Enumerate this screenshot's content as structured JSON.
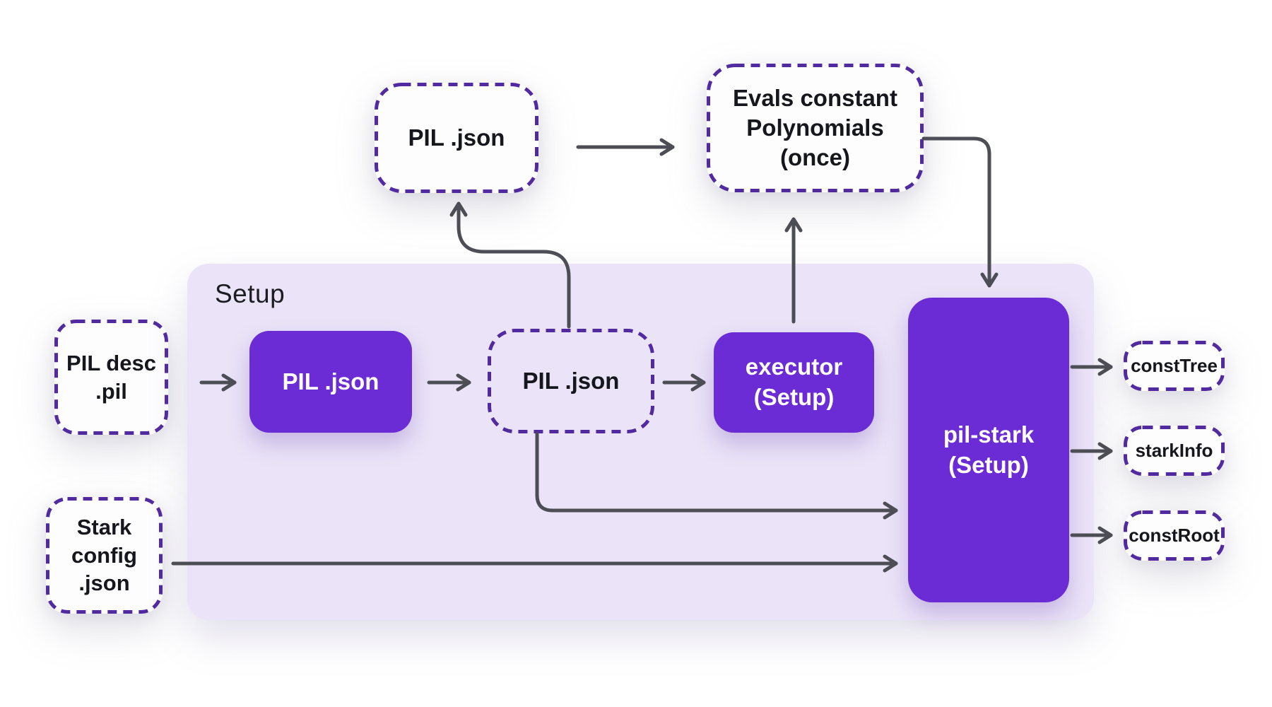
{
  "theme": {
    "accent": "#6b2bd5",
    "dash": "#522aa0",
    "arrow": "#4d4d55",
    "panel": "#ebe4f8",
    "text": "#16161d",
    "page_bg": "#ffffff",
    "box_text_light": "#ffffff"
  },
  "setup_panel": {
    "label": "Setup"
  },
  "nodes": {
    "pil_json_top": {
      "label": "PIL .json"
    },
    "evals_const": {
      "label": "Evals constant\nPolynomials\n(once)"
    },
    "pil_desc": {
      "label": "PIL desc\n.pil"
    },
    "pil_json_solid": {
      "label": "PIL .json"
    },
    "pil_json_mid": {
      "label": "PIL .json"
    },
    "executor": {
      "label": "executor\n(Setup)"
    },
    "pil_stark": {
      "label": "pil-stark\n(Setup)"
    },
    "stark_config": {
      "label": "Stark\nconfig\n.json"
    },
    "const_tree": {
      "label": "constTree"
    },
    "stark_info": {
      "label": "starkInfo"
    },
    "const_root": {
      "label": "constRoot"
    }
  }
}
